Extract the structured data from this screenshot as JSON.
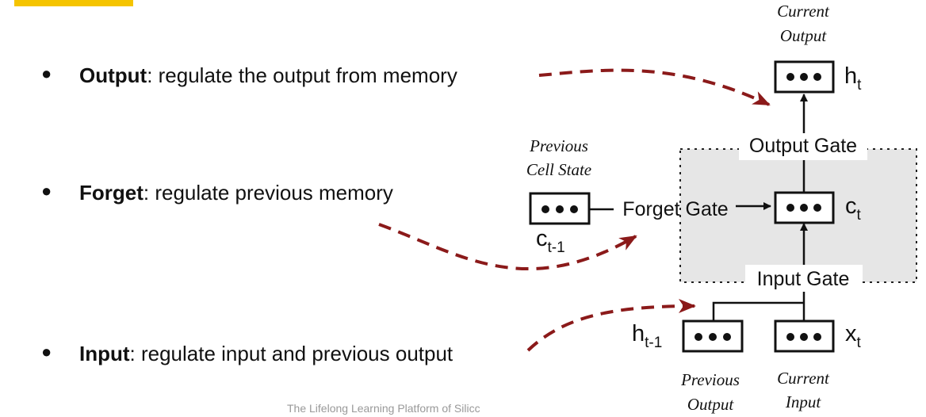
{
  "bullets": [
    {
      "term": "Output",
      "desc": ": regulate the output from memory"
    },
    {
      "term": "Forget",
      "desc": ": regulate previous memory"
    },
    {
      "term": "Input",
      "desc": ": regulate input and previous output"
    }
  ],
  "diagram": {
    "current_output_line1": "Current",
    "current_output_line2": "Output",
    "h_t_base": "h",
    "h_t_sub": "t",
    "output_gate": "Output Gate",
    "prev_cell_line1": "Previous",
    "prev_cell_line2": "Cell State",
    "forget_gate": "Forget Gate",
    "c_t_base": "c",
    "c_t_sub": "t",
    "c_t1_base": "c",
    "c_t1_sub": "t-1",
    "input_gate": "Input Gate",
    "h_t1_base": "h",
    "h_t1_sub": "t-1",
    "x_t_base": "x",
    "x_t_sub": "t",
    "prev_output_line1": "Previous",
    "prev_output_line2": "Output",
    "current_input_line1": "Current",
    "current_input_line2": "Input"
  },
  "footer": "The Lifelong Learning Platform of Silicc",
  "colors": {
    "accent": "#f5c400",
    "arrow": "#8b1a1a",
    "region": "#e6e6e6"
  }
}
